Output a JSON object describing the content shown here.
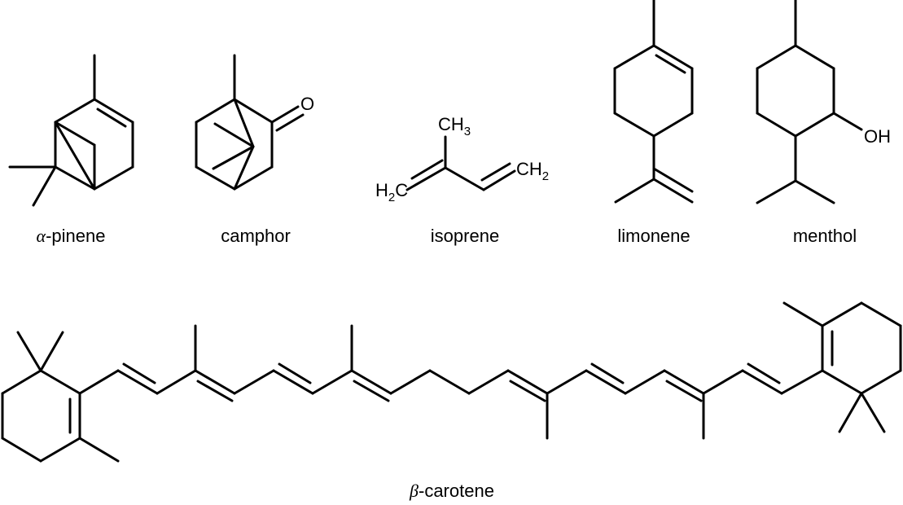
{
  "molecules": [
    {
      "id": "alpha-pinene",
      "greek": "α",
      "name": "-pinene"
    },
    {
      "id": "camphor",
      "greek": "",
      "name": "camphor"
    },
    {
      "id": "isoprene",
      "greek": "",
      "name": "isoprene"
    },
    {
      "id": "limonene",
      "greek": "",
      "name": "limonene"
    },
    {
      "id": "menthol",
      "greek": "",
      "name": "menthol"
    },
    {
      "id": "beta-carotene",
      "greek": "β",
      "name": "-carotene"
    }
  ],
  "atoms": {
    "oxygen": "O",
    "hydroxyl": "OH",
    "carbon": "C",
    "hydrogen": "H",
    "hydrogen_count": "2",
    "hydrogen_count_methyl": "3"
  }
}
